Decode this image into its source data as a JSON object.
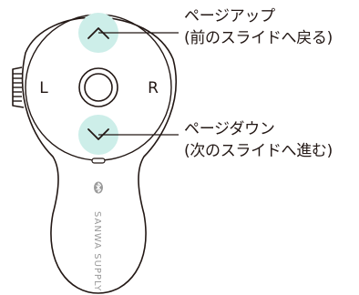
{
  "device": {
    "left_label": "L",
    "right_label": "R",
    "brand_text": "SANWA SUPPLY",
    "bluetooth_icon": "bluetooth-icon",
    "up_icon": "chevron-up-icon",
    "down_icon": "chevron-down-icon"
  },
  "callouts": {
    "page_up": {
      "title": "ページアップ",
      "note": "(前のスライドへ戻る)"
    },
    "page_down": {
      "title": "ページダウン",
      "note": "(次のスライドへ進む)"
    }
  },
  "colors": {
    "button_highlight": "#cdeee9",
    "outline": "#231815",
    "text": "#231815"
  }
}
